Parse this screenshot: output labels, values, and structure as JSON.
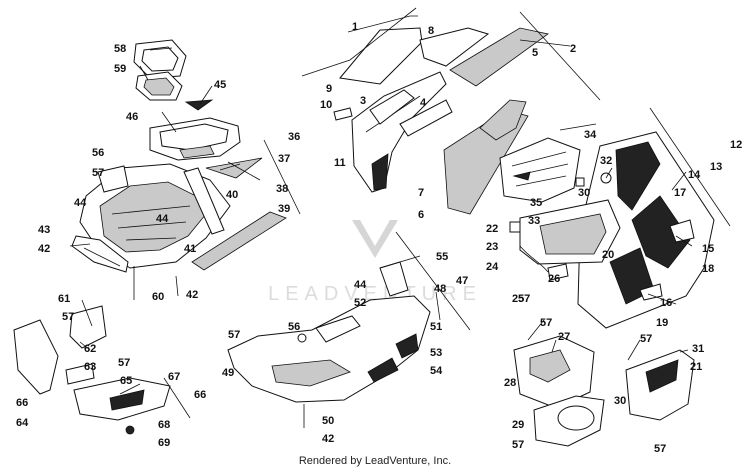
{
  "callouts": [
    {
      "id": "c1",
      "text": "1"
    },
    {
      "id": "c2",
      "text": "2"
    },
    {
      "id": "c3",
      "text": "3"
    },
    {
      "id": "c4",
      "text": "4"
    },
    {
      "id": "c5",
      "text": "5"
    },
    {
      "id": "c6",
      "text": "6"
    },
    {
      "id": "c7",
      "text": "7"
    },
    {
      "id": "c8",
      "text": "8"
    },
    {
      "id": "c9",
      "text": "9"
    },
    {
      "id": "c10",
      "text": "10"
    },
    {
      "id": "c11",
      "text": "11"
    },
    {
      "id": "c12",
      "text": "12"
    },
    {
      "id": "c13",
      "text": "13"
    },
    {
      "id": "c14",
      "text": "14"
    },
    {
      "id": "c15",
      "text": "15"
    },
    {
      "id": "c16",
      "text": "16"
    },
    {
      "id": "c17",
      "text": "17"
    },
    {
      "id": "c18",
      "text": "18"
    },
    {
      "id": "c19",
      "text": "19"
    },
    {
      "id": "c20",
      "text": "20"
    },
    {
      "id": "c21",
      "text": "21"
    },
    {
      "id": "c22",
      "text": "22"
    },
    {
      "id": "c23",
      "text": "23"
    },
    {
      "id": "c24",
      "text": "24"
    },
    {
      "id": "c25",
      "text": "25"
    },
    {
      "id": "c26",
      "text": "26"
    },
    {
      "id": "c27",
      "text": "27"
    },
    {
      "id": "c28",
      "text": "28"
    },
    {
      "id": "c29",
      "text": "29"
    },
    {
      "id": "c30a",
      "text": "30"
    },
    {
      "id": "c30b",
      "text": "30"
    },
    {
      "id": "c31",
      "text": "31"
    },
    {
      "id": "c32",
      "text": "32"
    },
    {
      "id": "c33",
      "text": "33"
    },
    {
      "id": "c34",
      "text": "34"
    },
    {
      "id": "c35",
      "text": "35"
    },
    {
      "id": "c36",
      "text": "36"
    },
    {
      "id": "c37",
      "text": "37"
    },
    {
      "id": "c38",
      "text": "38"
    },
    {
      "id": "c39",
      "text": "39"
    },
    {
      "id": "c40",
      "text": "40"
    },
    {
      "id": "c41",
      "text": "41"
    },
    {
      "id": "c42a",
      "text": "42"
    },
    {
      "id": "c42b",
      "text": "42"
    },
    {
      "id": "c42c",
      "text": "42"
    },
    {
      "id": "c43",
      "text": "43"
    },
    {
      "id": "c44a",
      "text": "44"
    },
    {
      "id": "c44b",
      "text": "44"
    },
    {
      "id": "c44c",
      "text": "44"
    },
    {
      "id": "c45",
      "text": "45"
    },
    {
      "id": "c46",
      "text": "46"
    },
    {
      "id": "c47",
      "text": "47"
    },
    {
      "id": "c48",
      "text": "48"
    },
    {
      "id": "c49",
      "text": "49"
    },
    {
      "id": "c50",
      "text": "50"
    },
    {
      "id": "c51",
      "text": "51"
    },
    {
      "id": "c52",
      "text": "52"
    },
    {
      "id": "c53",
      "text": "53"
    },
    {
      "id": "c54",
      "text": "54"
    },
    {
      "id": "c55",
      "text": "55"
    },
    {
      "id": "c56a",
      "text": "56"
    },
    {
      "id": "c56b",
      "text": "56"
    },
    {
      "id": "c57a",
      "text": "57"
    },
    {
      "id": "c57b",
      "text": "57"
    },
    {
      "id": "c57c",
      "text": "57"
    },
    {
      "id": "c57d",
      "text": "57"
    },
    {
      "id": "c57e",
      "text": "57"
    },
    {
      "id": "c57f",
      "text": "57"
    },
    {
      "id": "c57g",
      "text": "57"
    },
    {
      "id": "c57h",
      "text": "57"
    },
    {
      "id": "c57i",
      "text": "57"
    },
    {
      "id": "c58",
      "text": "58"
    },
    {
      "id": "c59",
      "text": "59"
    },
    {
      "id": "c60",
      "text": "60"
    },
    {
      "id": "c61",
      "text": "61"
    },
    {
      "id": "c62",
      "text": "62"
    },
    {
      "id": "c63",
      "text": "63"
    },
    {
      "id": "c64",
      "text": "64"
    },
    {
      "id": "c65",
      "text": "65"
    },
    {
      "id": "c66a",
      "text": "66"
    },
    {
      "id": "c66b",
      "text": "66"
    },
    {
      "id": "c67",
      "text": "67"
    },
    {
      "id": "c68",
      "text": "68"
    },
    {
      "id": "c69",
      "text": "69"
    }
  ],
  "watermark": "LEADVENTURE",
  "credit": "Rendered by LeadVenture, Inc."
}
